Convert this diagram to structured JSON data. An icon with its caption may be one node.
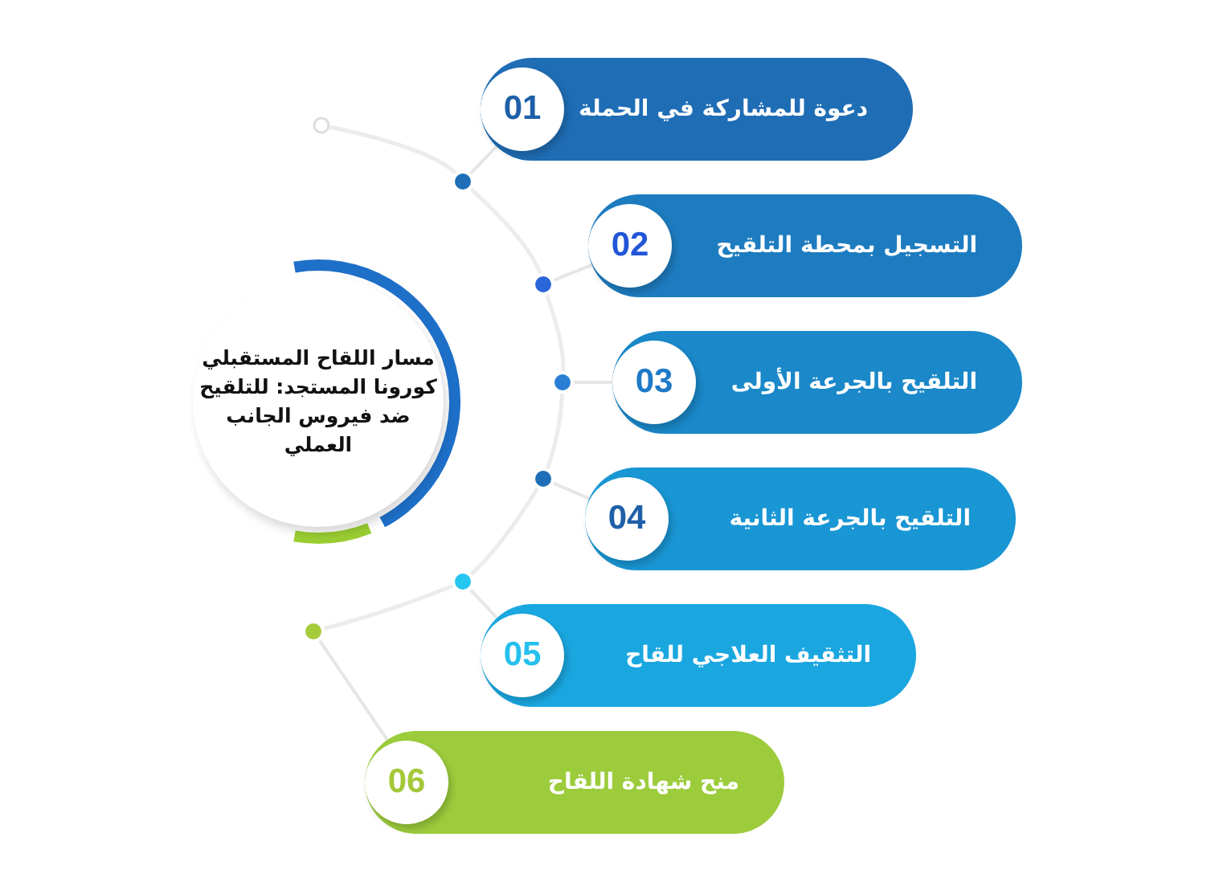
{
  "diagram": {
    "nodes": [
      {
        "text": [
          "مسار اللقاح المستقبلي كورونا المستجد: للتلقيح ضد فيروس الجانب العملي"
        ]
      },
      {
        "text": [
          "دعوة للمشاركة في الحملة",
          "01"
        ]
      },
      {
        "text": [
          "التسجيل بمحطة التلقيح",
          "02"
        ]
      },
      {
        "text": [
          "التلقيح بالجرعة الأولى",
          "03"
        ]
      },
      {
        "text": [
          "التلقيح بالجرعة الثانية",
          "04"
        ]
      },
      {
        "text": [
          "التثقيف العلاجي للقاح",
          "05"
        ]
      },
      {
        "text": [
          "منح شهادة اللقاح",
          "06"
        ]
      },
      {
        "text": [],
        "shape": "circle"
      },
      {
        "text": [],
        "shape": "circle"
      },
      {
        "text": [],
        "shape": "circle"
      },
      {
        "text": [],
        "shape": "circle"
      },
      {
        "text": [],
        "shape": "circle"
      },
      {
        "text": [],
        "shape": "circle"
      }
    ],
    "edges": [
      {
        "from": 7,
        "to": 1,
        "arrow": "none"
      },
      {
        "from": 8,
        "to": 2,
        "arrow": "none"
      },
      {
        "from": 9,
        "to": 3,
        "arrow": "none"
      },
      {
        "from": 10,
        "to": 4,
        "arrow": "none"
      },
      {
        "from": 11,
        "to": 5,
        "arrow": "none"
      },
      {
        "from": 12,
        "to": 6,
        "arrow": "none"
      }
    ]
  }
}
